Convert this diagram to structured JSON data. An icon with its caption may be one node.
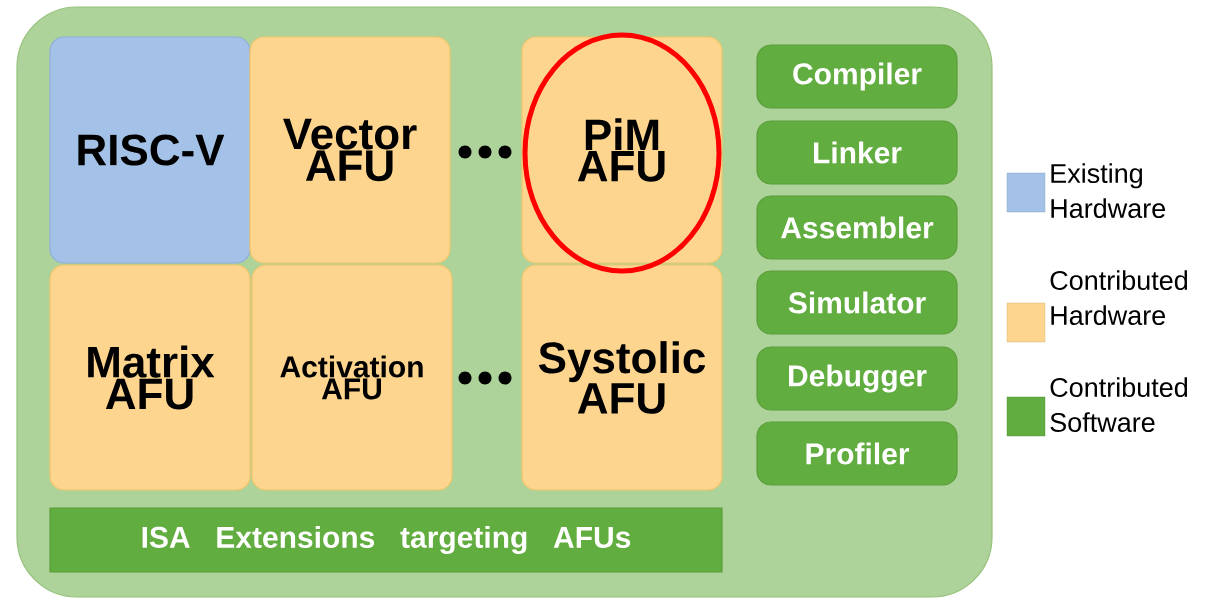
{
  "diagram": {
    "nodes": [
      {
        "text": [],
        "shape": "box"
      },
      {
        "text": [
          "RISC-V"
        ],
        "in": 0
      },
      {
        "text": [
          "Vector AFU"
        ],
        "in": 0
      },
      {
        "text": [
          "PiM AFU"
        ],
        "in": 0
      },
      {
        "text": [
          "Matrix AFU"
        ],
        "in": 0
      },
      {
        "text": [
          "Activation AFU"
        ],
        "in": 0
      },
      {
        "text": [
          "Systolic AFU"
        ],
        "in": 0
      },
      {
        "text": [
          "ISA Extensions targeting AFUs"
        ],
        "in": 0
      },
      {
        "text": [
          "Compiler"
        ],
        "in": 0
      },
      {
        "text": [
          "Linker"
        ],
        "in": 0
      },
      {
        "text": [
          "Assembler"
        ],
        "in": 0
      },
      {
        "text": [
          "Simulator"
        ],
        "in": 0
      },
      {
        "text": [
          "Debugger"
        ],
        "in": 0
      },
      {
        "text": [
          "Profiler"
        ],
        "in": 0
      }
    ],
    "legend": [
      {
        "text": "Existing Hardware",
        "color": "#a4c2e8"
      },
      {
        "text": "Contributed Hardware",
        "color": "#fdd58e"
      },
      {
        "text": "Contributed Software",
        "color": "#62ad40"
      }
    ]
  }
}
